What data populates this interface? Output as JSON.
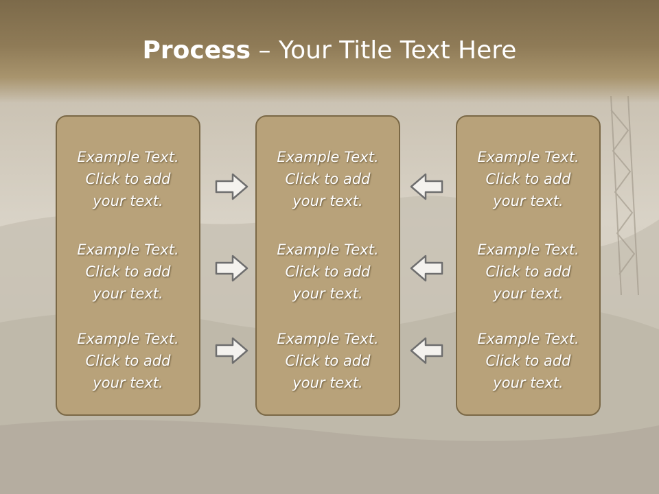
{
  "title": {
    "bold": "Process",
    "rest": " – Your Title Text Here"
  },
  "columns": [
    {
      "items": [
        "Example Text.\nClick  to add\nyour text.",
        "Example Text.\nClick  to add\nyour text.",
        "Example Text.\nClick  to add\nyour text."
      ]
    },
    {
      "items": [
        "Example Text.\nClick  to add\nyour text.",
        "Example Text.\nClick  to add\nyour text.",
        "Example Text.\nClick  to add\nyour text."
      ]
    },
    {
      "items": [
        "Example Text.\nClick  to add\nyour text.",
        "Example Text.\nClick  to add\nyour text.",
        "Example Text.\nClick  to add\nyour text."
      ]
    }
  ],
  "arrows": {
    "left_group": "right-arrow-icon",
    "right_group": "left-arrow-icon"
  },
  "colors": {
    "title_band": "#8f7b57",
    "box_fill": "#b8a27a",
    "box_border": "#7a6846",
    "text": "#ffffff"
  }
}
